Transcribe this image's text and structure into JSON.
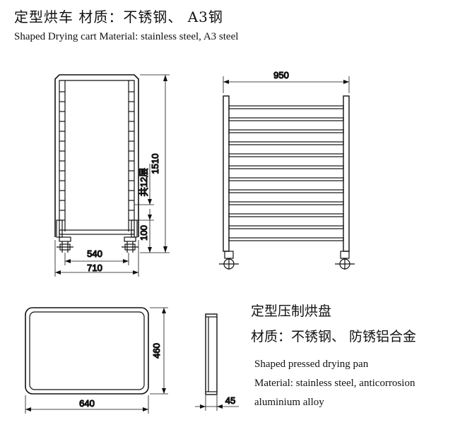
{
  "cart": {
    "title_cn": "定型烘车  材质：不锈钢、  A3钢",
    "title_en": "Shaped Drying cart Material: stainless steel, A3 steel",
    "dims": {
      "width_outer": "710",
      "width_inner": "540",
      "height": "1510",
      "bottom": "100",
      "layers": "共12层",
      "depth": "950"
    }
  },
  "pan": {
    "title_cn": "定型压制烘盘",
    "material_cn": "材质：不锈钢、  防锈铝合金",
    "title_en": "Shaped pressed drying pan",
    "material_en": "Material: stainless steel,  anticorrosion",
    "material_en_2": "aluminium alloy",
    "dims": {
      "width": "640",
      "height": "460",
      "thickness": "45"
    }
  }
}
